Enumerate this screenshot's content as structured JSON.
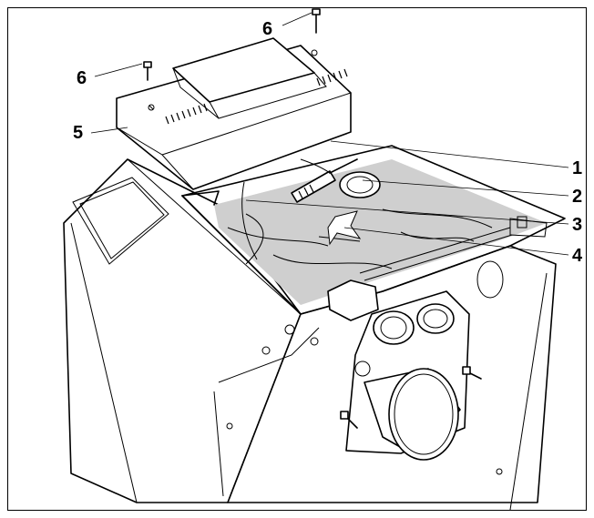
{
  "callouts": [
    {
      "id": "c1",
      "label": "1"
    },
    {
      "id": "c2",
      "label": "2"
    },
    {
      "id": "c3",
      "label": "3"
    },
    {
      "id": "c4",
      "label": "4"
    },
    {
      "id": "c5",
      "label": "5"
    },
    {
      "id": "c6a",
      "label": "6"
    },
    {
      "id": "c6b",
      "label": "6"
    }
  ]
}
